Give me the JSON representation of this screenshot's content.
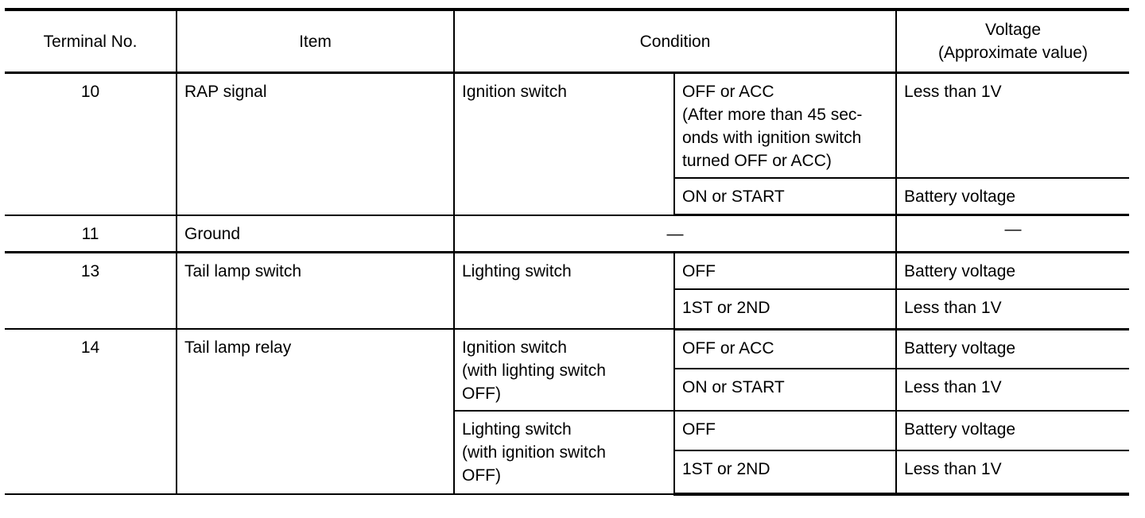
{
  "headers": {
    "terminal": "Terminal No.",
    "item": "Item",
    "condition": "Condition",
    "voltage": "Voltage\n(Approximate value)"
  },
  "rows": {
    "t10": {
      "terminal": "10",
      "item": "RAP signal",
      "switch": "Ignition switch",
      "cond1": "OFF or ACC\n(After more than 45 sec-\nonds with ignition switch\nturned OFF or ACC)",
      "volt1": "Less than 1V",
      "cond2": "ON or START",
      "volt2": "Battery voltage"
    },
    "t11": {
      "terminal": "11",
      "item": "Ground",
      "condition": "—",
      "voltage": "—"
    },
    "t13": {
      "terminal": "13",
      "item": "Tail lamp switch",
      "switch": "Lighting switch",
      "cond1": "OFF",
      "volt1": "Battery voltage",
      "cond2": "1ST or 2ND",
      "volt2": "Less than 1V"
    },
    "t14": {
      "terminal": "14",
      "item": "Tail lamp relay",
      "switch_a": "Ignition switch\n(with lighting switch\nOFF)",
      "cond_a1": "OFF or ACC",
      "volt_a1": "Battery voltage",
      "cond_a2": "ON or START",
      "volt_a2": "Less than 1V",
      "switch_b": "Lighting switch\n(with ignition switch\nOFF)",
      "cond_b1": "OFF",
      "volt_b1": "Battery voltage",
      "cond_b2": "1ST or 2ND",
      "volt_b2": "Less than 1V"
    }
  }
}
